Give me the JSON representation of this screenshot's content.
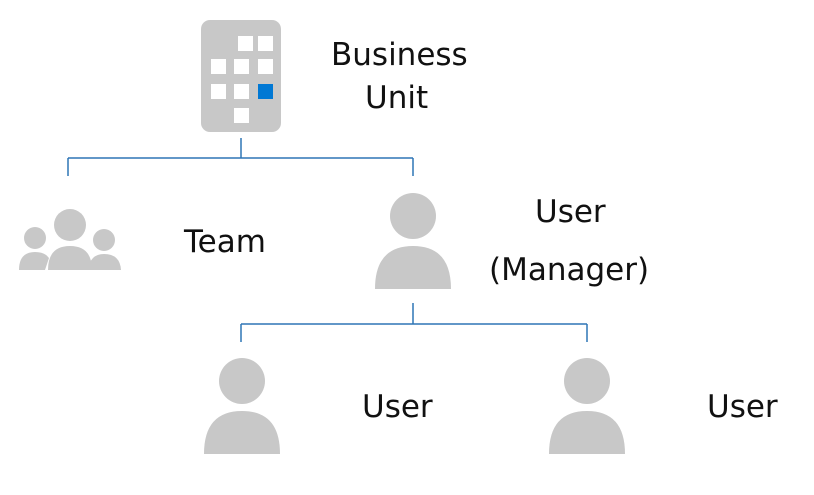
{
  "nodes": {
    "business_unit": {
      "line1": "Business",
      "line2": "Unit",
      "icon": "building-icon"
    },
    "team": {
      "label": "Team",
      "icon": "team-icon"
    },
    "manager": {
      "line1": "User",
      "line2": "(Manager)",
      "icon": "user-icon"
    },
    "user_left": {
      "label": "User",
      "icon": "user-icon"
    },
    "user_right": {
      "label": "User",
      "icon": "user-icon"
    }
  },
  "colors": {
    "connector": "#2e75b6",
    "icon_fill": "#c8c8c8",
    "building_window": "#ffffff",
    "building_accent": "#0078d4",
    "text": "#111111"
  }
}
